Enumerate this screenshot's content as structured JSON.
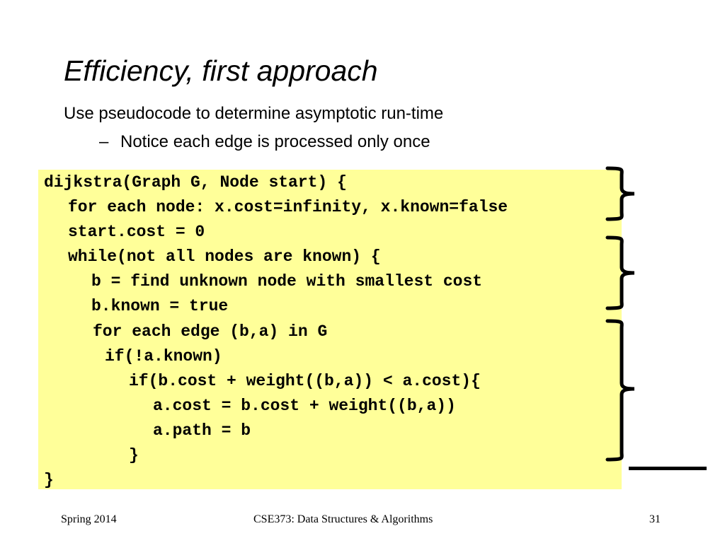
{
  "slide": {
    "title": "Efficiency, first approach",
    "bullets": [
      "Use pseudocode to determine asymptotic run-time",
      "Notice each edge is processed only once"
    ],
    "dash": "–",
    "code_lines": [
      "dijkstra(Graph G, Node start) {",
      "for each node: x.cost=infinity, x.known=false",
      "start.cost = 0",
      "while(not all nodes are known) {",
      "b = find unknown node with smallest cost",
      "b.known = true",
      "for each edge (b,a) in G",
      "if(!a.known)",
      "if(b.cost + weight((b,a)) < a.cost){",
      "a.cost = b.cost + weight((b,a))",
      "a.path = b",
      "}",
      "}"
    ],
    "code_background": "#ffff99"
  },
  "footer": {
    "left": "Spring 2014",
    "center": "CSE373: Data Structures & Algorithms",
    "page_number": "31"
  }
}
